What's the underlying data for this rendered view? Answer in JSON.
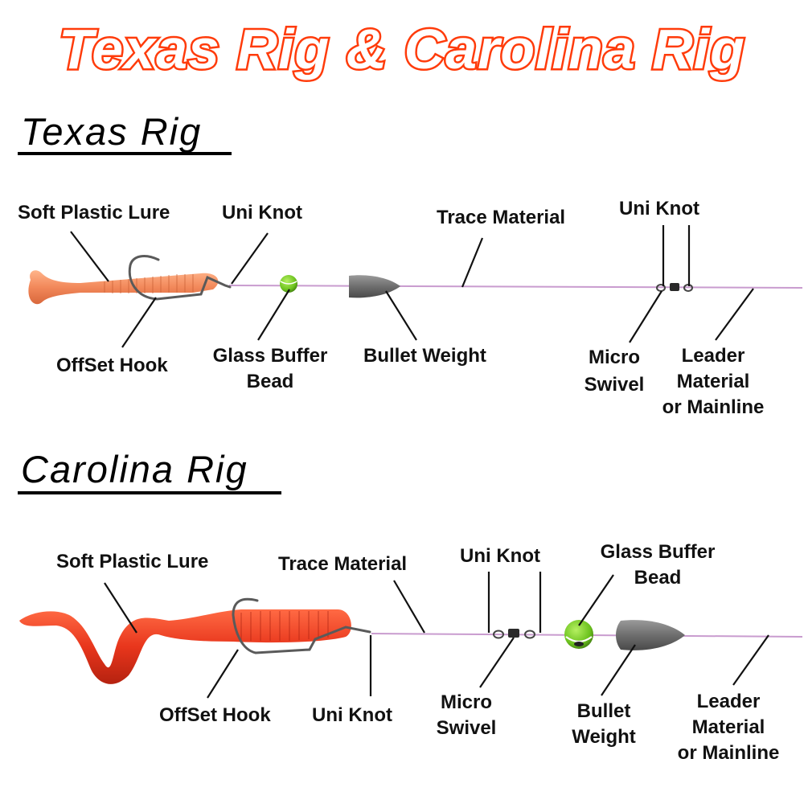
{
  "title": "Texas Rig & Carolina Rig",
  "colors": {
    "title_outline": "#ff3b0a",
    "line": "#c99ccf",
    "texas_lure": "#f2885a",
    "carolina_lure": "#e8361c",
    "bead_green": "#7ccc2a",
    "weight_grey": "#7a7a7a"
  },
  "texas": {
    "heading": "Texas Rig",
    "labels": {
      "soft_plastic_lure": "Soft Plastic Lure",
      "uni_knot_1": "Uni Knot",
      "trace_material": "Trace Material",
      "uni_knot_2": "Uni Knot",
      "offset_hook": "OffSet Hook",
      "glass_buffer_bead_1": "Glass Buffer",
      "glass_buffer_bead_2": "Bead",
      "bullet_weight": "Bullet Weight",
      "micro_swivel_1": "Micro",
      "micro_swivel_2": "Swivel",
      "leader_1": "Leader",
      "leader_2": "Material",
      "leader_3": "or Mainline"
    }
  },
  "carolina": {
    "heading": "Carolina Rig",
    "labels": {
      "soft_plastic_lure": "Soft Plastic Lure",
      "trace_material": "Trace Material",
      "uni_knot_top": "Uni Knot",
      "glass_buffer_bead_1": "Glass Buffer",
      "glass_buffer_bead_2": "Bead",
      "offset_hook": "OffSet Hook",
      "uni_knot_bottom": "Uni Knot",
      "micro_swivel_1": "Micro",
      "micro_swivel_2": "Swivel",
      "bullet_weight_1": "Bullet",
      "bullet_weight_2": "Weight",
      "leader_1": "Leader",
      "leader_2": "Material",
      "leader_3": "or Mainline"
    }
  }
}
